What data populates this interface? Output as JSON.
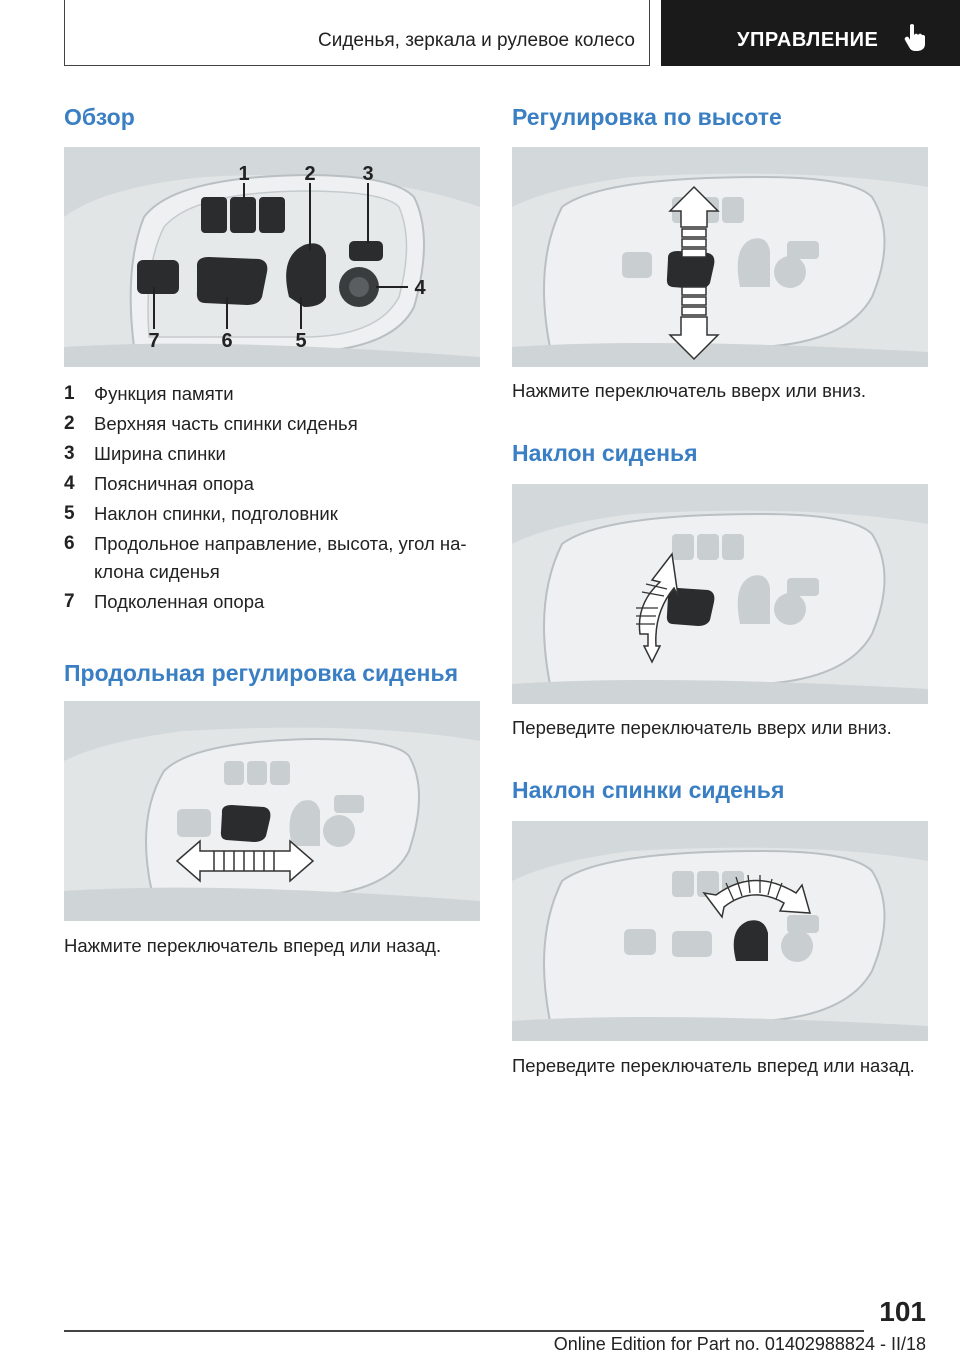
{
  "header": {
    "section_title": "Сиденья, зеркала и рулевое колесо",
    "chapter": "УПРАВЛЕНИЕ",
    "chapter_icon": "hand-pointer-icon"
  },
  "left": {
    "overview_heading": "Обзор",
    "overview_figure": {
      "callouts": [
        "1",
        "2",
        "3",
        "4",
        "5",
        "6",
        "7"
      ]
    },
    "legend": [
      {
        "num": "1",
        "text": "Функция памяти"
      },
      {
        "num": "2",
        "text": "Верхняя часть спинки сиденья"
      },
      {
        "num": "3",
        "text": "Ширина спинки"
      },
      {
        "num": "4",
        "text": "Поясничная опора"
      },
      {
        "num": "5",
        "text": "Наклон спинки, подголовник"
      },
      {
        "num": "6",
        "text": "Продольное направление, высота, угол на‐ клона сиденья"
      },
      {
        "num": "7",
        "text": "Подколенная опора"
      }
    ],
    "longitudinal_heading": "Продольная регулировка сиденья",
    "longitudinal_text": "Нажмите переключатель вперед или назад."
  },
  "right": {
    "height_heading": "Регулировка по высоте",
    "height_text": "Нажмите переключатель вверх или вниз.",
    "seat_tilt_heading": "Наклон сиденья",
    "seat_tilt_text": "Переведите переключатель вверх или вниз.",
    "backrest_tilt_heading": "Наклон спинки сиденья",
    "backrest_tilt_text": "Переведите переключатель вперед или назад."
  },
  "footer": {
    "page_number": "101",
    "edition": "Online Edition for Part no. 01402988824 - II/18"
  }
}
